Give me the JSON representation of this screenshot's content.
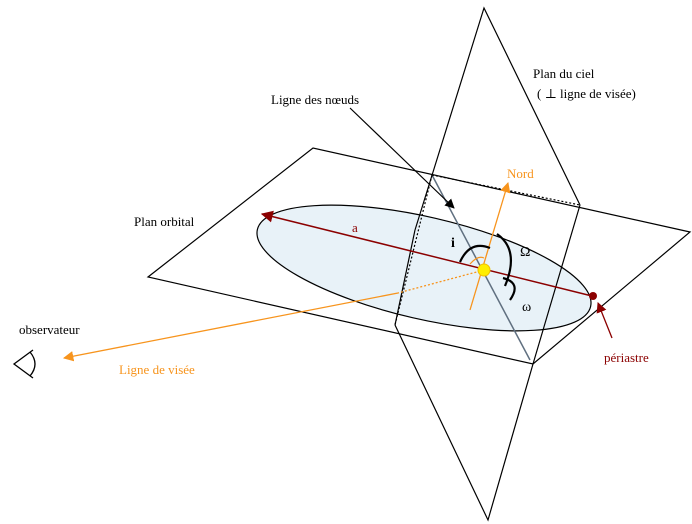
{
  "labels": {
    "sky_plane_line1": "Plan du ciel",
    "sky_plane_line2": "( ⊥ ligne de visée)",
    "line_of_nodes": "Ligne des nœuds",
    "north": "Nord",
    "orbital_plane": "Plan orbital",
    "semi_major_axis": "a",
    "inclination": "i",
    "longitude_ascending_node": "Ω",
    "argument_periastron": "ω",
    "observer": "observateur",
    "line_of_sight": "Ligne de visée",
    "periastron": "périastre"
  },
  "colors": {
    "line": "#000000",
    "ellipse_fill": "#e8f2f8",
    "orange": "#f7941d",
    "dark_red": "#8b0000",
    "star": "#ffee00",
    "node_line": "#607080"
  }
}
